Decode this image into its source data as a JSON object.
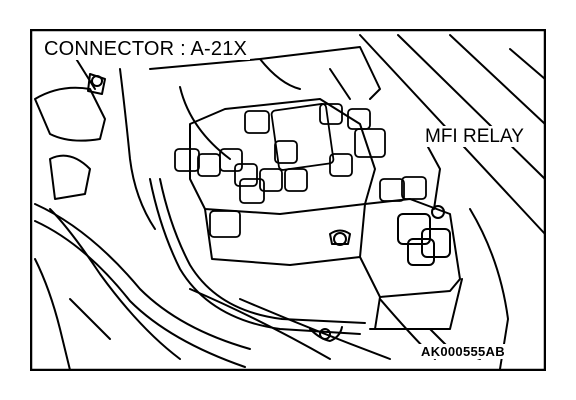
{
  "labels": {
    "connector": "CONNECTOR : A-21X",
    "relay": "MFI RELAY",
    "figure_code": "AK000555AB"
  },
  "colors": {
    "line": "#000000",
    "background": "#ffffff"
  }
}
